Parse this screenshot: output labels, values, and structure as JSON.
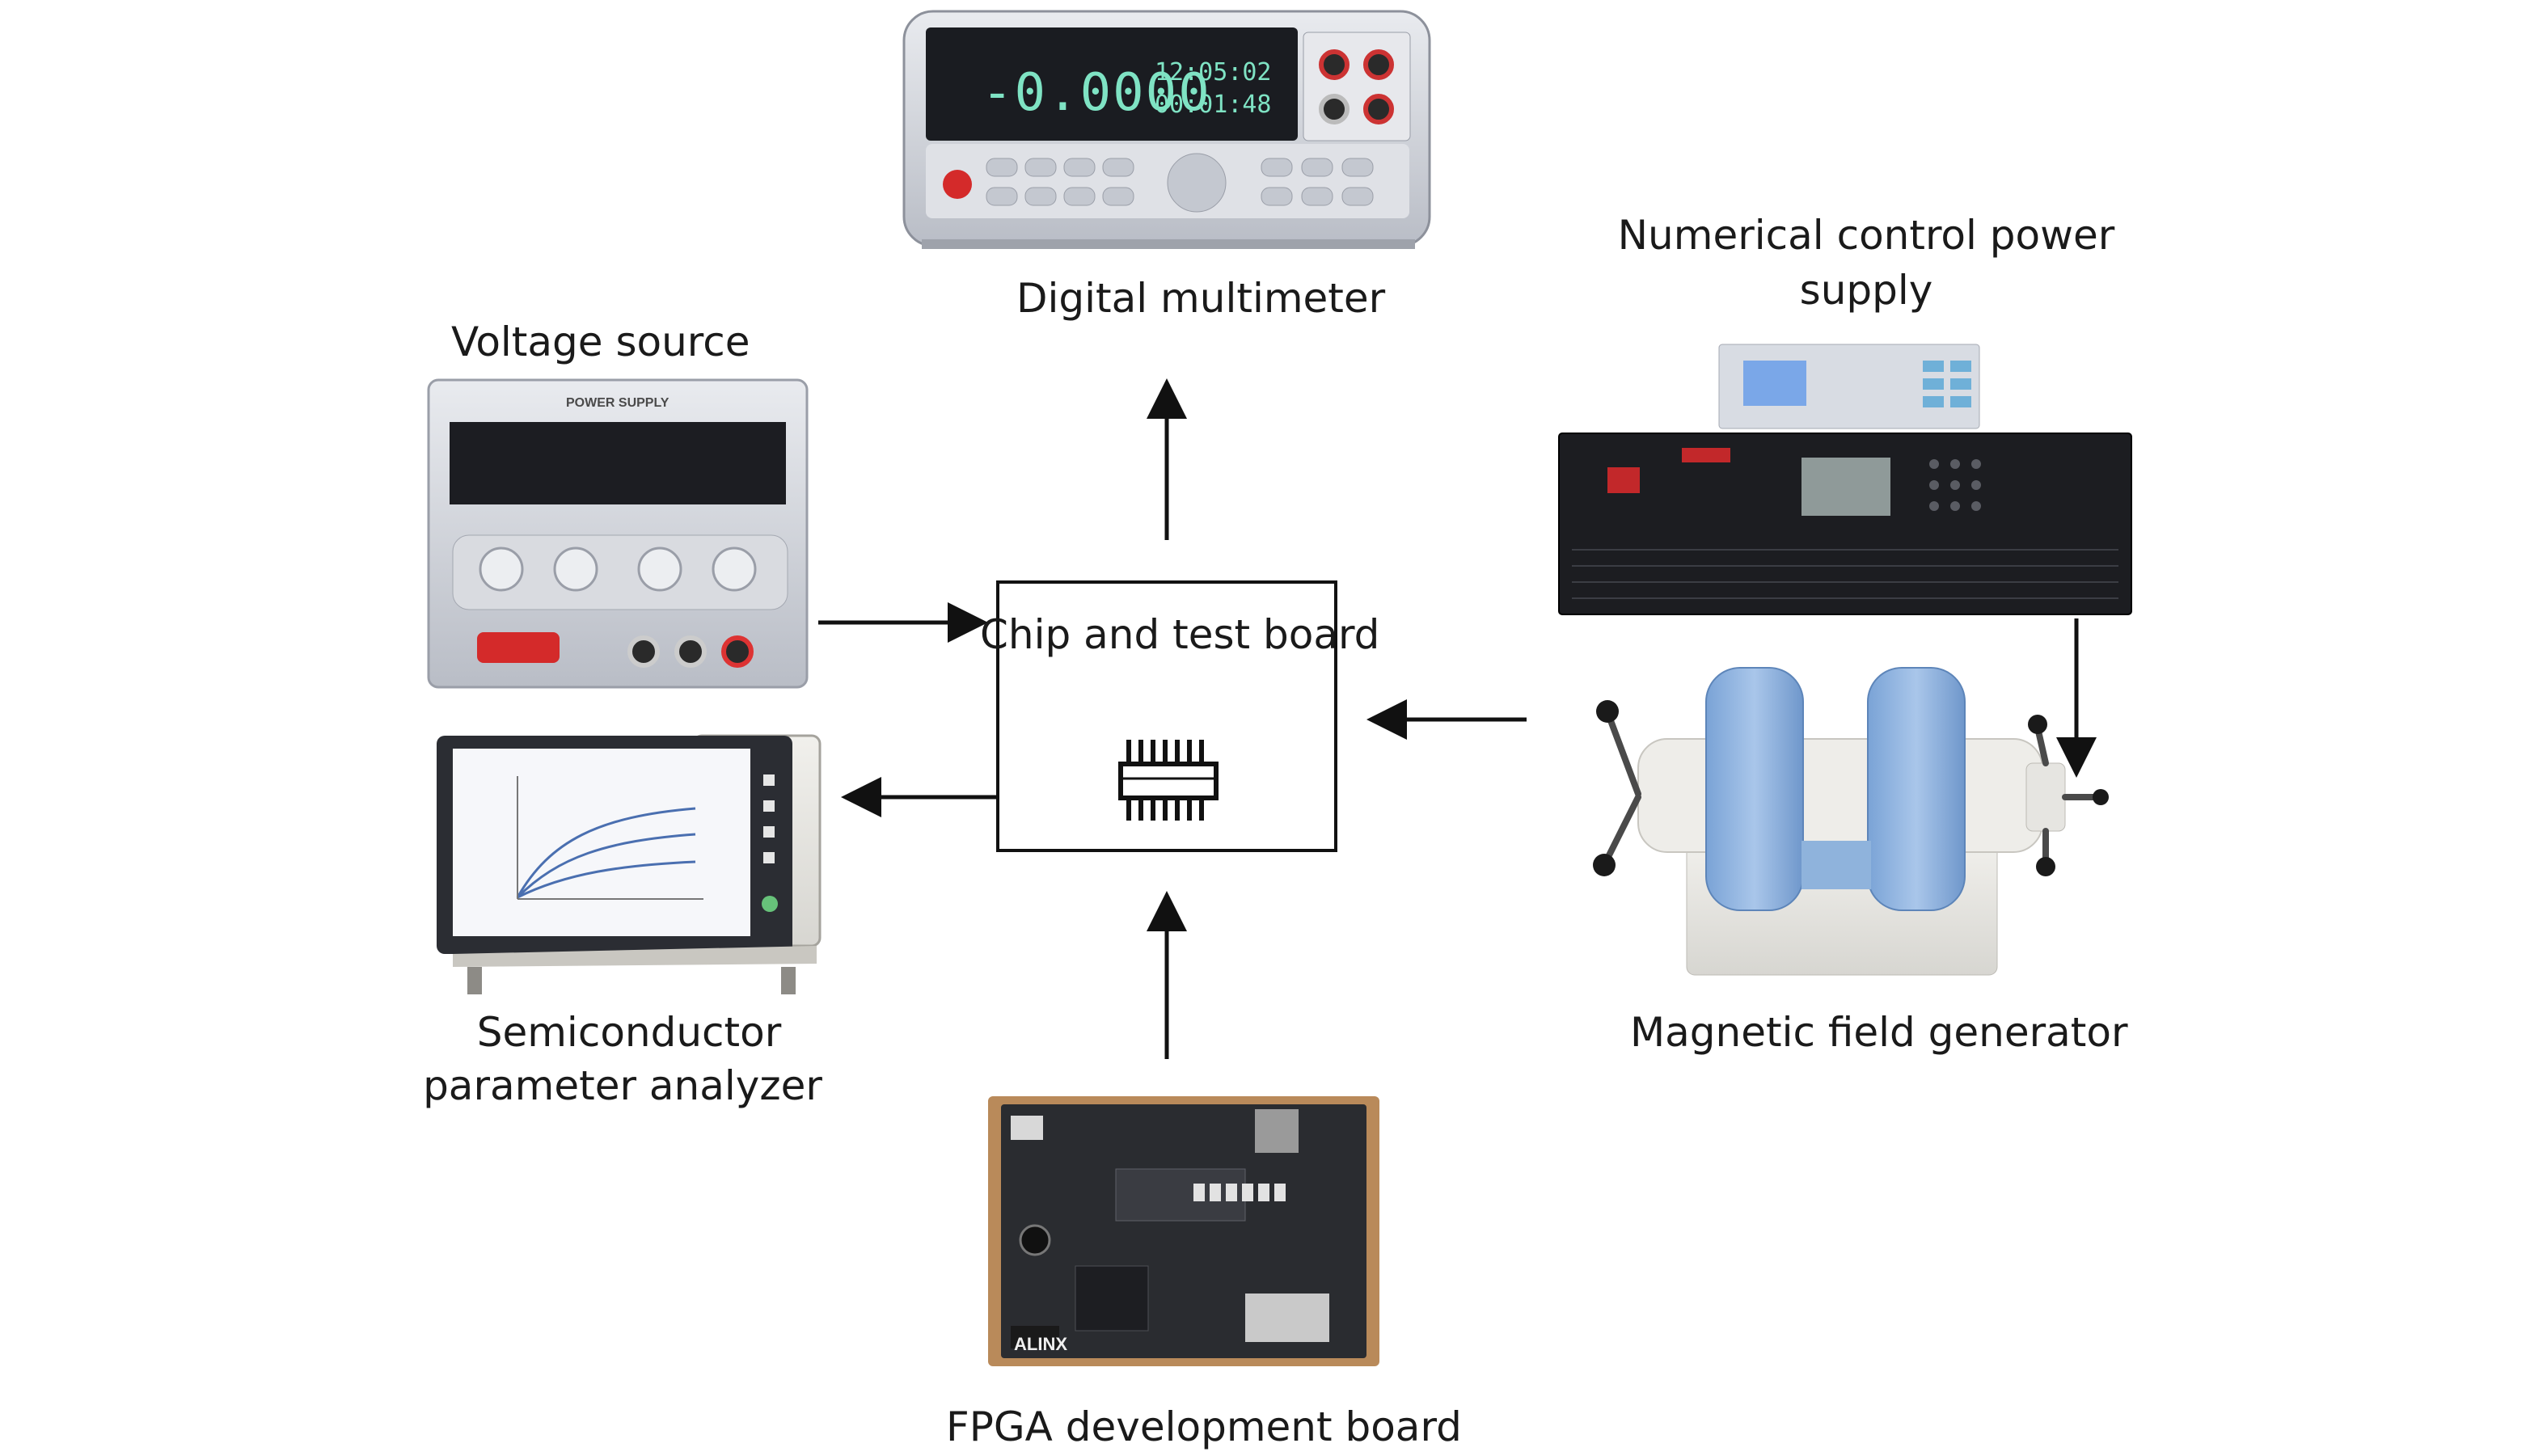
{
  "labels": {
    "digital_multimeter": "Digital multimeter",
    "numerical_control_line1": "Numerical control power",
    "numerical_control_line2": "supply",
    "voltage_source": "Voltage source",
    "chip_board": "Chip and test board",
    "semiconductor_line1": "Semiconductor",
    "semiconductor_line2": "parameter analyzer",
    "magnetic_field_generator": "Magnetic field generator",
    "fpga_board": "FPGA development board"
  },
  "device_text": {
    "multimeter_readout_main": "-0.0000",
    "multimeter_readout_time": "12:05:02",
    "multimeter_readout_small": "00:01:48",
    "voltage_source_panel": "POWER SUPPLY",
    "fpga_brand": "ALINX"
  },
  "colors": {
    "line": "#111111",
    "magnet_blue": "#8fb3dc",
    "instrument_gray": "#c8ccd4",
    "panel_dark": "#1b1d22",
    "lcd_green": "#7fe3c4",
    "red_button": "#d42a2a",
    "pcb_dark": "#2a2c30",
    "pcb_wood": "#b98a5a"
  },
  "icons": {
    "chip": "chip-icon"
  }
}
